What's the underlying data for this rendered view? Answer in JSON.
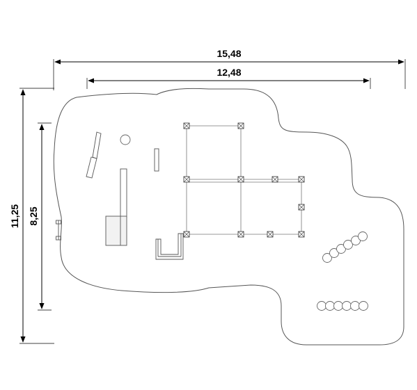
{
  "dimensions": {
    "overall_width": "15,48",
    "inner_width": "12,48",
    "overall_depth": "11,25",
    "inner_depth": "8,25"
  }
}
